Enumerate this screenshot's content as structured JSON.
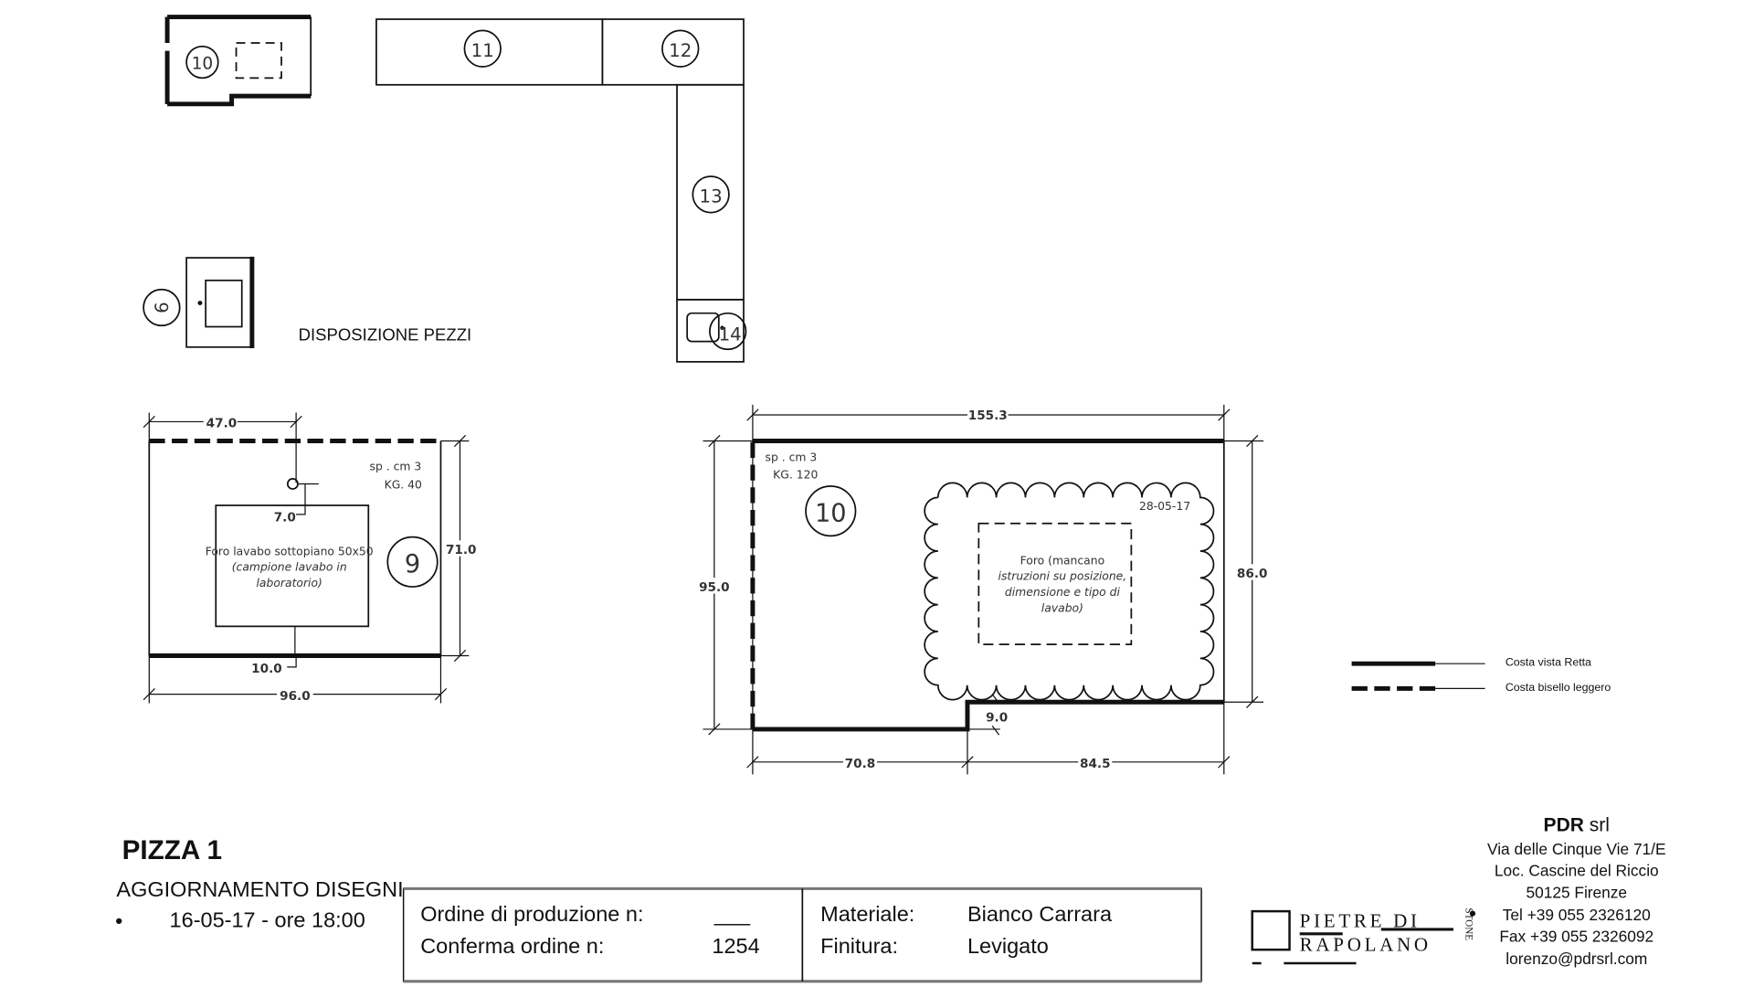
{
  "layout_plan": {
    "title": "DISPOSIZIONE PEZZI",
    "pieces": [
      "9",
      "10",
      "11",
      "12",
      "13",
      "14"
    ]
  },
  "piece_9": {
    "label": "9",
    "thickness": "sp . cm 3",
    "weight": "KG. 40",
    "dims": {
      "width": "96.0",
      "height": "71.0",
      "hole_offset_x": "47.0",
      "hole_top": "7.0",
      "hole_bottom": "10.0"
    },
    "hole_text": [
      "Foro lavabo sottopiano 50x50",
      "(campione lavabo in",
      "laboratorio)"
    ]
  },
  "piece_10": {
    "label": "10",
    "thickness": "sp . cm 3",
    "weight": "KG. 120",
    "revision_date": "28-05-17",
    "dims": {
      "width": "155.3",
      "left_height": "95.0",
      "right_height": "86.0",
      "step": "9.0",
      "bottom_left": "70.8",
      "bottom_right": "84.5"
    },
    "hole_text": [
      "Foro (mancano",
      "istruzioni su posizione,",
      "dimensione e tipo di",
      "lavabo)"
    ]
  },
  "legend": {
    "items": [
      "Costa vista Retta",
      "Costa bisello leggero"
    ]
  },
  "footer": {
    "project": "PIZZA 1",
    "update_title": "AGGIORNAMENTO DISEGNI",
    "update_bullet": "•",
    "update_date": "16-05-17 - ore 18:00",
    "order_label": "Ordine di produzione n:",
    "order_value": "___",
    "confirm_label": "Conferma ordine n:",
    "confirm_value": "1254",
    "material_label": "Materiale:",
    "material_value": "Bianco Carrara",
    "finish_label": "Finitura:",
    "finish_value": "Levigato"
  },
  "company": {
    "logo_line1": "PIETRE DI",
    "logo_line2": "RAPOLANO",
    "logo_side": "STONE",
    "name_bold": "PDR",
    "name_suffix": " srl",
    "address1": "Via delle Cinque Vie 71/E",
    "address2": "Loc. Cascine del Riccio",
    "address3": "50125 Firenze",
    "tel": "Tel +39  055 2326120",
    "fax": "Fax +39 055 2326092",
    "email": "lorenzo@pdrsrl.com"
  }
}
